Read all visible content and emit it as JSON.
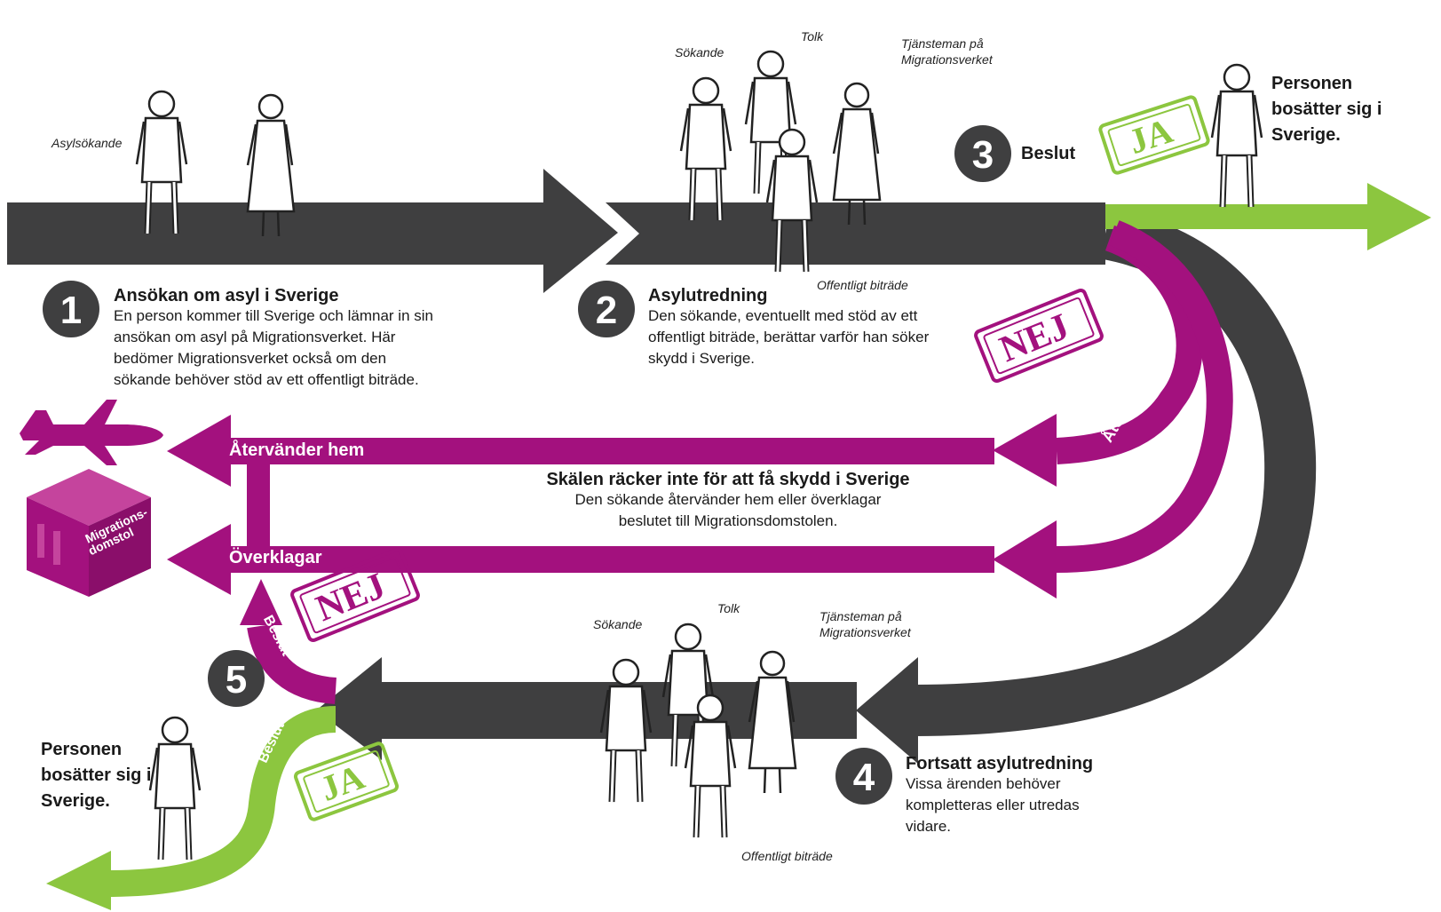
{
  "steps": [
    {
      "number": "1",
      "title": "Ansökan om asyl i Sverige",
      "text": "En person kommer till Sverige och lämnar in sin ansökan om asyl på Migrationsverket. Här bedömer Migrationsverket också om den sökande behöver stöd av ett offentligt biträde."
    },
    {
      "number": "2",
      "title": "Asylutredning",
      "text": "Den sökande, eventuellt med stöd av ett offentligt biträde, berättar varför han söker skydd i Sverige."
    },
    {
      "number": "3",
      "title": "Beslut"
    },
    {
      "number": "4",
      "title": "Fortsatt asylutredning",
      "text": "Vissa ärenden behöver kompletteras eller utredas vidare."
    },
    {
      "number": "5"
    }
  ],
  "labels": {
    "asylsokande": "Asylsökande",
    "sokande": "Sökande",
    "tolk": "Tolk",
    "tjansteman": "Tjänsteman på Migrationsverket",
    "offentligt_bitrade": "Offentligt biträde"
  },
  "outcomes": {
    "resides": "Personen bosätter sig i Sverige.",
    "yes": "JA",
    "no": "NEJ",
    "returns_home": "Återvänder hem",
    "appeals": "Överklagar",
    "decision": "Beslut"
  },
  "rejection": {
    "title": "Skälen räcker inte för att få skydd i Sverige",
    "text": "Den sökande återvänder hem eller överklagar beslutet till Migrationsdomstolen."
  },
  "court": {
    "line1": "Migrations-",
    "line2": "domstol"
  },
  "colors": {
    "track": "#3f3f40",
    "green": "#8cc63f",
    "magenta": "#a3117e",
    "text": "#1a1a1a"
  }
}
